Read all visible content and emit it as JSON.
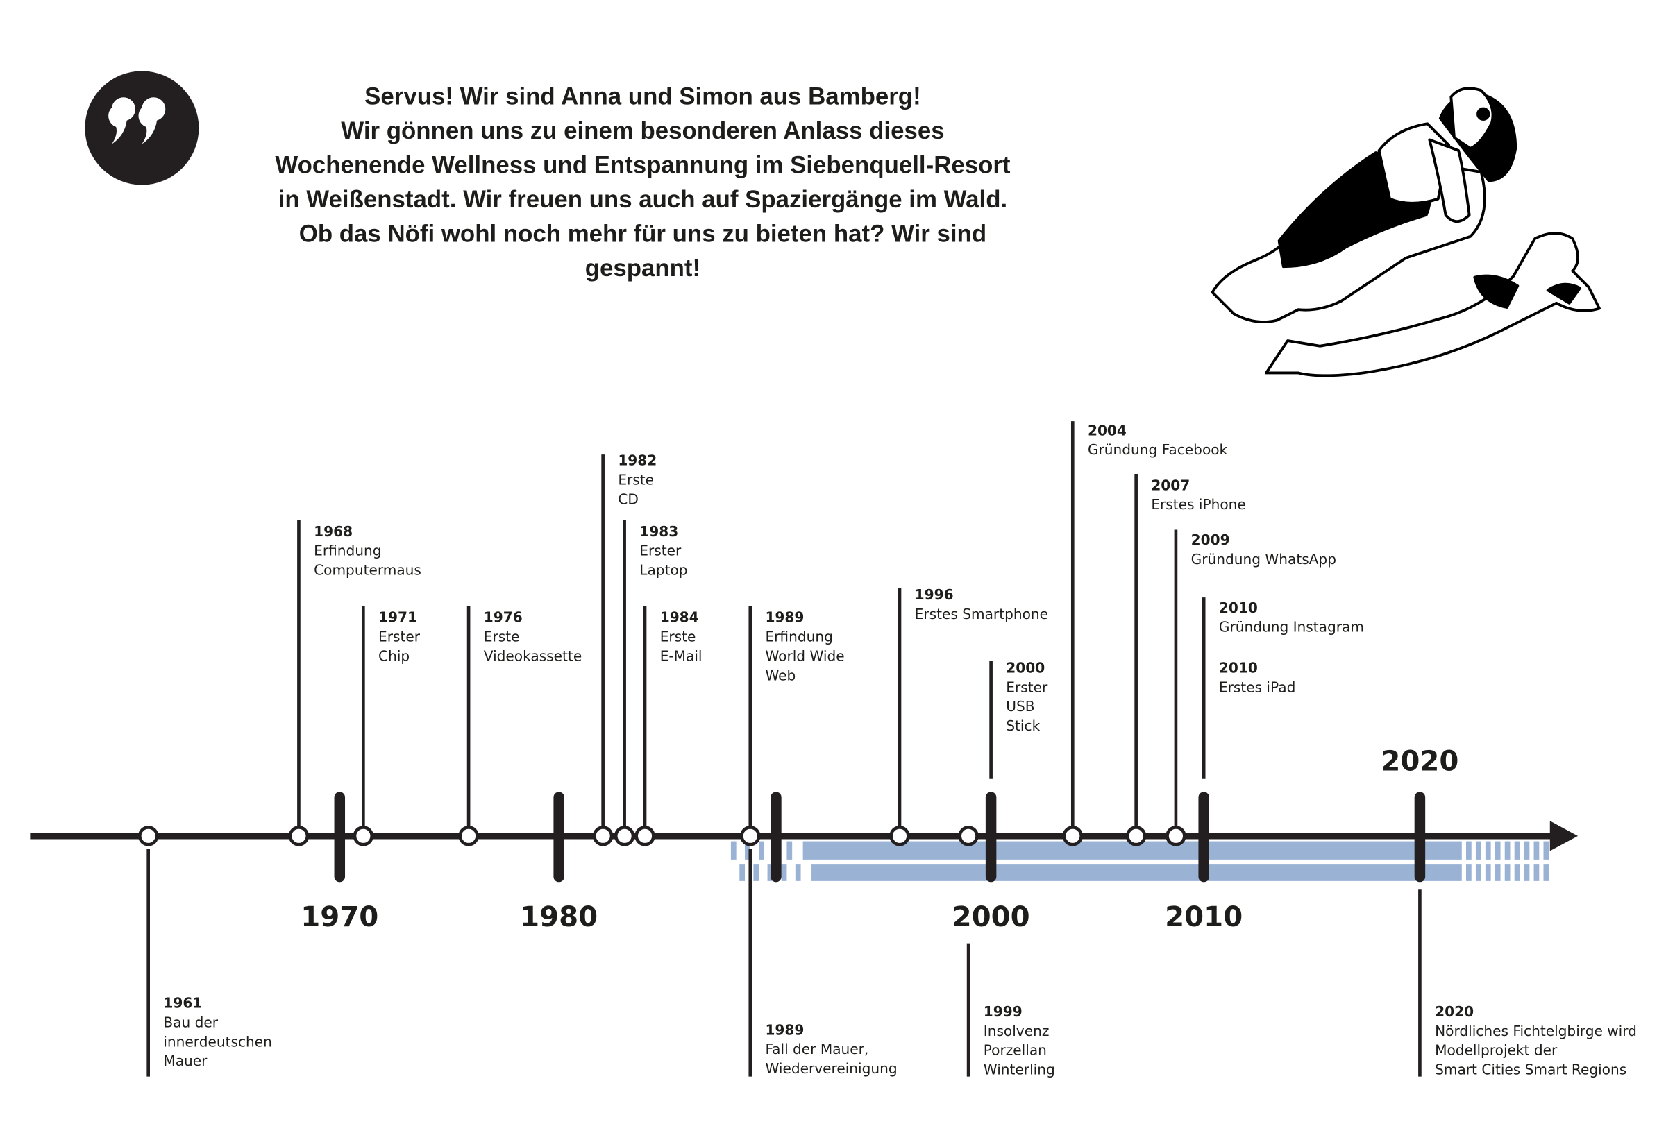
{
  "intro": {
    "lines": [
      "Servus! Wir sind Anna und Simon aus Bamberg!",
      "Wir gönnen uns zu einem besonderen Anlass dieses",
      "Wochenende Wellness und Entspannung im Siebenquell-Resort",
      "in Weißenstadt. Wir freuen uns auch auf Spaziergänge im Wald.",
      "Ob das Nöfi wohl noch mehr für uns zu bieten hat? Wir sind",
      "gespannt!"
    ]
  },
  "colors": {
    "ink": "#231f20",
    "band": "#9ab3d5"
  },
  "timeline": {
    "decades": [
      "1970",
      "1980",
      "2000",
      "2010"
    ],
    "highlight": "2020",
    "events": [
      {
        "year": "1961",
        "lines": [
          "Bau der",
          "innerdeutschen",
          "Mauer"
        ]
      },
      {
        "year": "1968",
        "lines": [
          "Erfindung",
          "Computermaus"
        ]
      },
      {
        "year": "1971",
        "lines": [
          "Erster",
          "Chip"
        ]
      },
      {
        "year": "1976",
        "lines": [
          "Erste",
          "Videokassette"
        ]
      },
      {
        "year": "1982",
        "lines": [
          "Erste",
          "CD"
        ]
      },
      {
        "year": "1983",
        "lines": [
          "Erster",
          "Laptop"
        ]
      },
      {
        "year": "1984",
        "lines": [
          "Erste",
          "E-Mail"
        ]
      },
      {
        "year": "1989",
        "lines": [
          "Erfindung",
          "World Wide",
          "Web"
        ]
      },
      {
        "year": "1989",
        "lines": [
          "Fall der Mauer,",
          "Wiedervereinigung"
        ]
      },
      {
        "year": "1996",
        "lines": [
          "Erstes Smartphone"
        ]
      },
      {
        "year": "1999",
        "lines": [
          "Insolvenz",
          "Porzellan",
          "Winterling"
        ]
      },
      {
        "year": "2000",
        "lines": [
          "Erster",
          "USB",
          "Stick"
        ]
      },
      {
        "year": "2004",
        "lines": [
          "Gründung Facebook"
        ]
      },
      {
        "year": "2007",
        "lines": [
          "Erstes iPhone"
        ]
      },
      {
        "year": "2009",
        "lines": [
          "Gründung WhatsApp"
        ]
      },
      {
        "year": "2010",
        "lines": [
          "Gründung Instagram"
        ]
      },
      {
        "year": "2010",
        "lines": [
          "Erstes iPad"
        ]
      },
      {
        "year": "2020",
        "lines": [
          "Nördliches Fichtelgbirge wird",
          "Modellprojekt der",
          "Smart Cities Smart Regions"
        ]
      }
    ]
  }
}
